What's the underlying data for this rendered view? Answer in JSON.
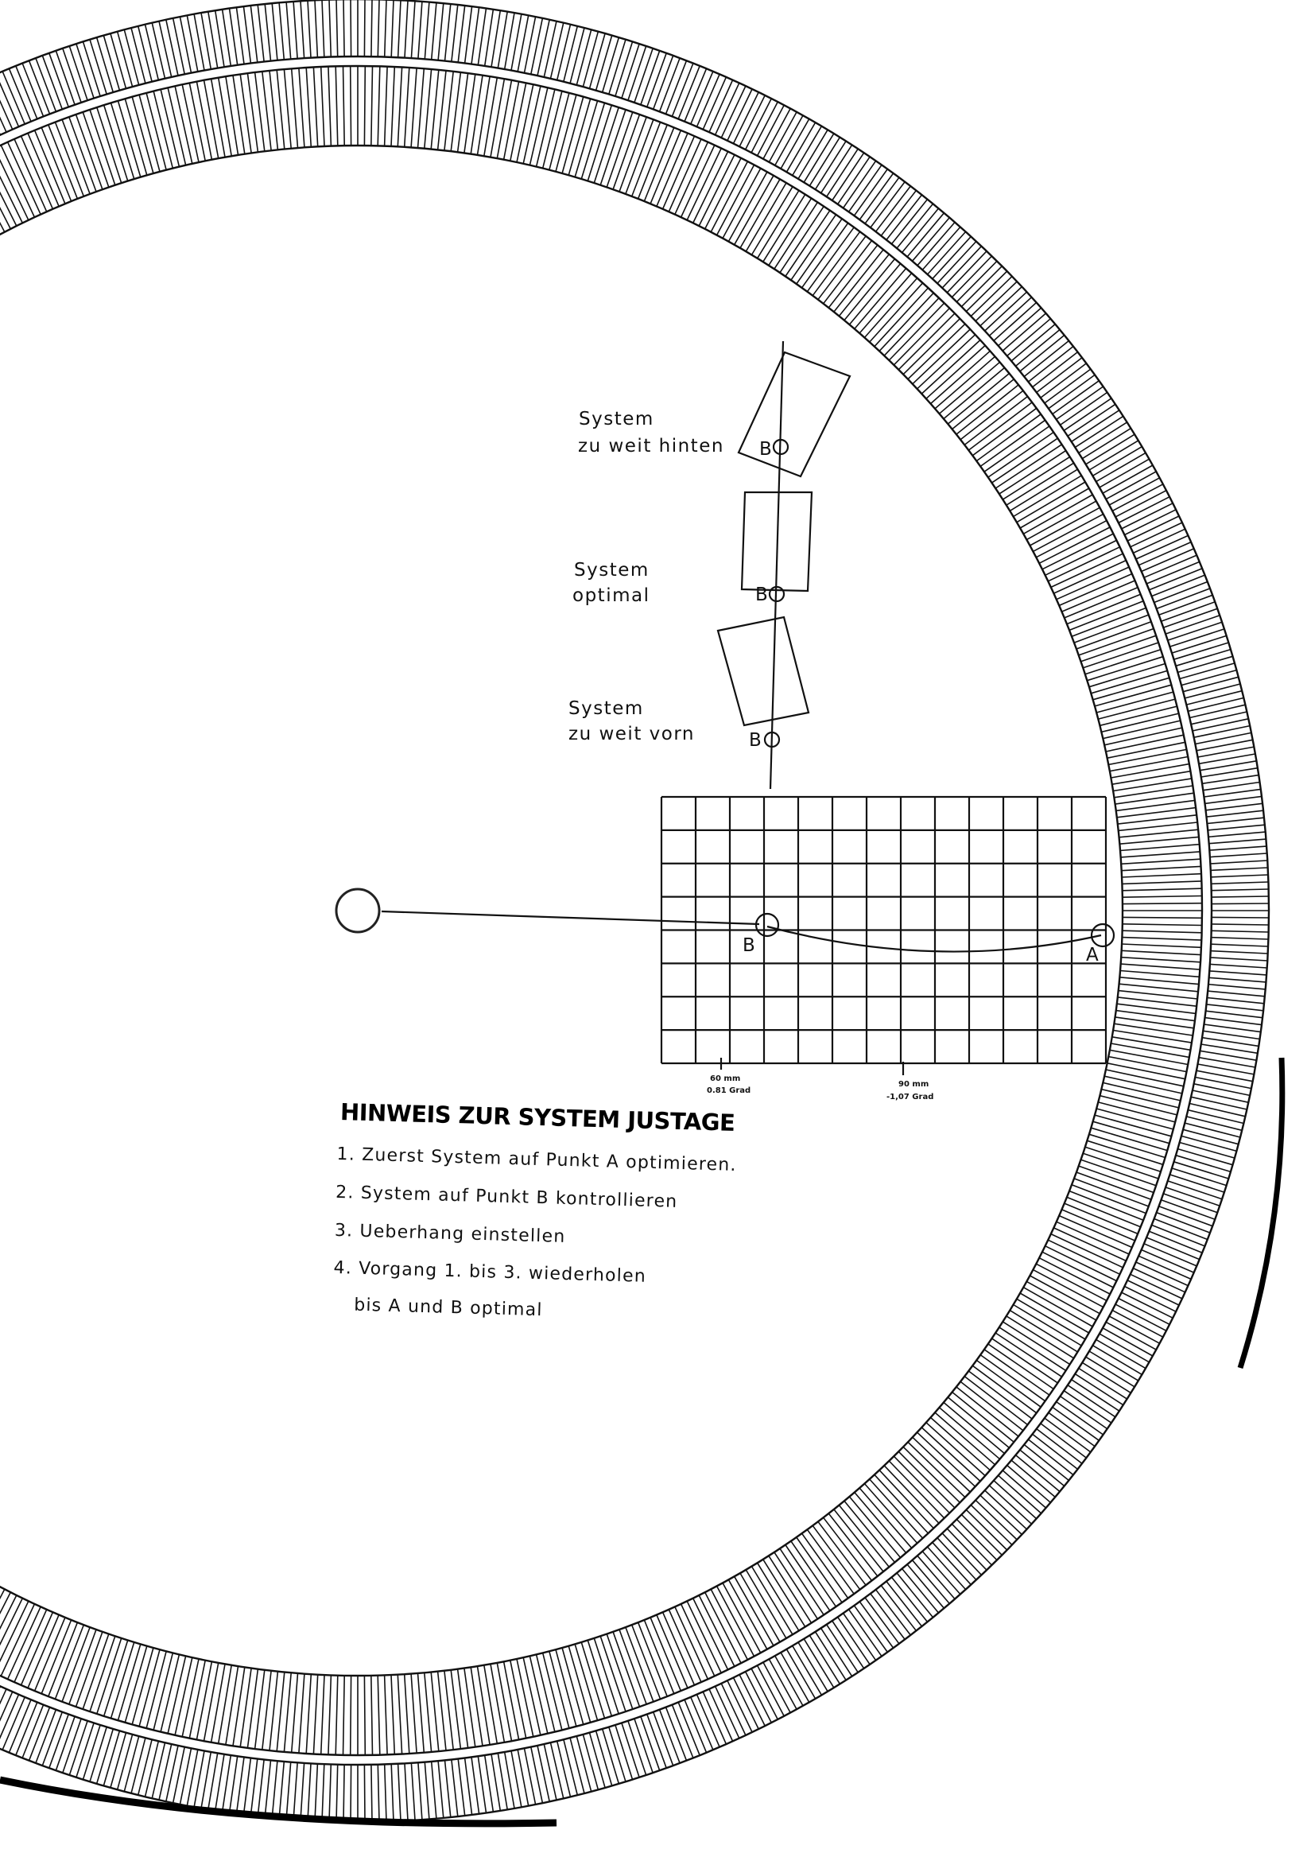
{
  "cartridges": [
    {
      "line1": "System",
      "line2": "zu weit hinten",
      "point": "B"
    },
    {
      "line1": "System",
      "line2": "optimal",
      "point": "B"
    },
    {
      "line1": "System",
      "line2": "zu weit vorn",
      "point": "B"
    }
  ],
  "grid": {
    "point_b": "B",
    "point_a": "A",
    "ticks": [
      {
        "distance": "60 mm",
        "angle": "0.81 Grad"
      },
      {
        "distance": "90 mm",
        "angle": "-1,07 Grad"
      }
    ]
  },
  "instructions": {
    "title": "HINWEIS ZUR SYSTEM JUSTAGE",
    "steps": [
      "1. Zuerst System auf Punkt A optimieren.",
      "2. System auf Punkt B kontrollieren",
      "3. Ueberhang einstellen",
      "4. Vorgang 1. bis 3. wiederholen",
      "bis A und B optimal"
    ]
  },
  "colors": {
    "ink": "#111111",
    "paper": "#ffffff"
  }
}
